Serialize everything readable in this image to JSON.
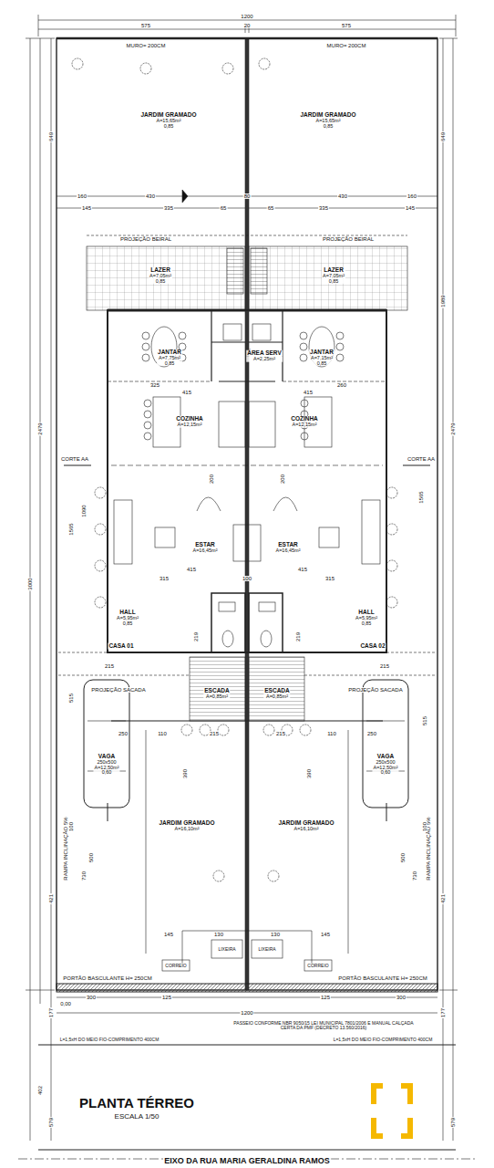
{
  "diagram": {
    "title": "PLANTA TÉRREO",
    "caption": "EIXO DA RUA MARIA GERALDINA RAMOS",
    "nodes": [
      {
        "text": [
          "JARDIM GRAMADO",
          "A=15,65m²",
          "0,85"
        ]
      },
      {
        "text": [
          "JARDIM GRAMADO",
          "A=15,65m²",
          "0,85"
        ]
      },
      {
        "text": [
          "LAZER",
          "A=7,05m²",
          "0,85"
        ]
      },
      {
        "text": [
          "LAZER",
          "A=7,05m²",
          "0,85"
        ]
      },
      {
        "text": [
          "JANTAR",
          "A=7,75m²",
          "0,85"
        ]
      },
      {
        "text": [
          "ÁREA SERV",
          "A=2,25m²"
        ]
      },
      {
        "text": [
          "JANTAR",
          "A=7,15m²",
          "0,85"
        ]
      },
      {
        "text": [
          "COZINHA",
          "A=12,15m²"
        ]
      },
      {
        "text": [
          "COZINHA",
          "A=12,15m²"
        ]
      },
      {
        "text": [
          "ESTAR",
          "A=16,45m²"
        ]
      },
      {
        "text": [
          "ESTAR",
          "A=16,45m²"
        ]
      },
      {
        "text": [
          "HALL",
          "A=5,95m²",
          "0,85"
        ]
      },
      {
        "text": [
          "HALL",
          "A=5,95m²",
          "0,85"
        ]
      },
      {
        "text": [
          "CASA 01"
        ]
      },
      {
        "text": [
          "CASA 02"
        ]
      },
      {
        "text": [
          "ESCADA",
          "A=0,85m²"
        ]
      },
      {
        "text": [
          "ESCADA",
          "A=0,85m²"
        ]
      },
      {
        "text": [
          "VAGA",
          "250x500",
          "A=12,50m²",
          "0,60"
        ]
      },
      {
        "text": [
          "VAGA",
          "250x500",
          "A=12,50m²",
          "0,60"
        ]
      },
      {
        "text": [
          "JARDIM GRAMADO",
          "A=16,10m²"
        ]
      },
      {
        "text": [
          "JARDIM GRAMADO",
          "A=16,10m²"
        ]
      }
    ],
    "labels": [
      "1200",
      "575",
      "20",
      "575",
      "MURO= 200CM",
      "MURO= 200CM",
      "3000",
      "649",
      "2479",
      "649",
      "1989",
      "2479",
      "160",
      "430",
      "80",
      "430",
      "160",
      "145",
      "335",
      "65",
      "65",
      "335",
      "145",
      "PROJEÇÃO BEIRAL",
      "PROJEÇÃO BEIRAL",
      "325",
      "415",
      "415",
      "260",
      "CORTE AA",
      "CORTE AA",
      "1090",
      "1565",
      "1565",
      "200",
      "200",
      "315",
      "100",
      "315",
      "415",
      "415",
      "219",
      "219",
      "215",
      "215",
      "PROJEÇÃO SACADA",
      "PROJEÇÃO SACADA",
      "515",
      "515",
      "250",
      "110",
      "215",
      "215",
      "110",
      "250",
      "390",
      "390",
      "500",
      "500",
      "RAMPA INCLINAÇÃO 5%",
      "RAMPA INCLINAÇÃO 5%",
      "100",
      "100",
      "730",
      "730",
      "421",
      "421",
      "145",
      "130",
      "130",
      "145",
      "LIXEIRA",
      "LIXEIRA",
      "CORREIO",
      "CORREIO",
      "PORTÃO BASCULANTE H= 250CM",
      "PORTÃO BASCULANTE H= 250CM",
      "300",
      "125",
      "125",
      "300",
      "1200",
      "0,00",
      "PASSEIO CONFORME NBR 9050/15 LEI MUNICIPAL 7801/2006 E MANUAL CALÇADA CERTA DA PMF (DECRETO 13.560/2016)",
      "L=1,5xH DO MEIO FIO-COMPRIMENTO 400CM",
      "L=1,5xH DO MEIO FIO-COMPRIMENTO 400CM",
      "177",
      "177",
      "402",
      "579",
      "579",
      "ESCALA 1/50"
    ]
  }
}
